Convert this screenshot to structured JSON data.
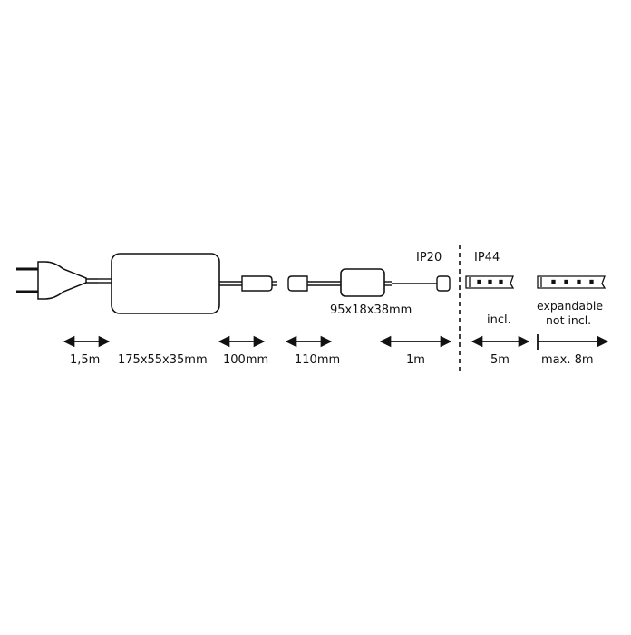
{
  "colors": {
    "line": "#111111",
    "background": "#ffffff"
  },
  "icons": {
    "plug": "plug-icon",
    "power_supply": "power-supply-icon",
    "connector_male": "connector-icon",
    "connector_female": "connector-icon",
    "controller": "controller-box-icon",
    "strip_end": "strip-connector-icon",
    "led_strip_included": "led-strip-icon",
    "led_strip_expandable": "led-strip-icon"
  },
  "labels": {
    "ip20": "IP20",
    "ip44": "IP44",
    "controller_size": "95x18x38mm",
    "incl": "incl.",
    "expandable": "expandable",
    "not_incl": "not incl."
  },
  "dimensions": {
    "plug_cable": "1,5m",
    "power_supply": "175x55x35mm",
    "cable_1": "100mm",
    "cable_2": "110mm",
    "cable_3": "1m",
    "strip_included": "5m",
    "strip_max": "max. 8m"
  }
}
